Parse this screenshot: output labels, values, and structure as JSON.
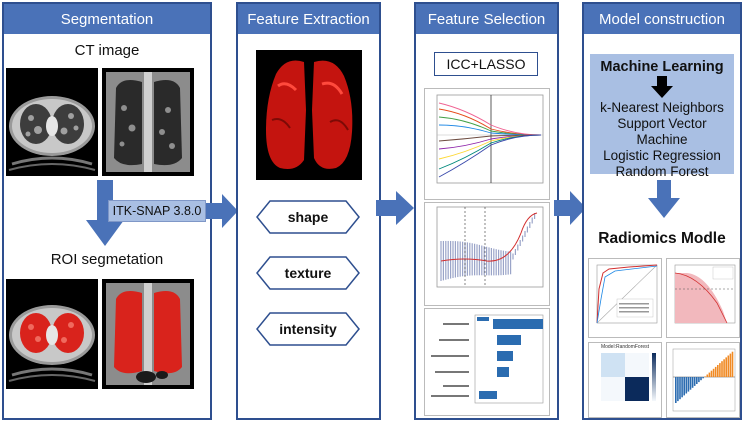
{
  "panels": [
    {
      "title": "Segmentation"
    },
    {
      "title": "Feature Extraction"
    },
    {
      "title": "Feature Selection"
    },
    {
      "title": "Model construction"
    }
  ],
  "segmentation": {
    "ct_label": "CT image",
    "tool_label": "ITK-SNAP 3.8.0",
    "roi_label": "ROI segmetation"
  },
  "features": [
    "shape",
    "texture",
    "intensity"
  ],
  "selection": {
    "method": "ICC+LASSO"
  },
  "model": {
    "ml_title": "Machine Learning",
    "algorithms": [
      "k-Nearest Neighbors",
      "Support Vector Machine",
      "Logistic Regression",
      "Random Forest"
    ],
    "radiomics_title": "Radiomics Modle",
    "confusion_title": "Model:RandomForest"
  },
  "colors": {
    "header": "#4a72b8",
    "border": "#2e4f8f",
    "arrow": "#4a72b8",
    "lung_red": "#d9231c"
  }
}
